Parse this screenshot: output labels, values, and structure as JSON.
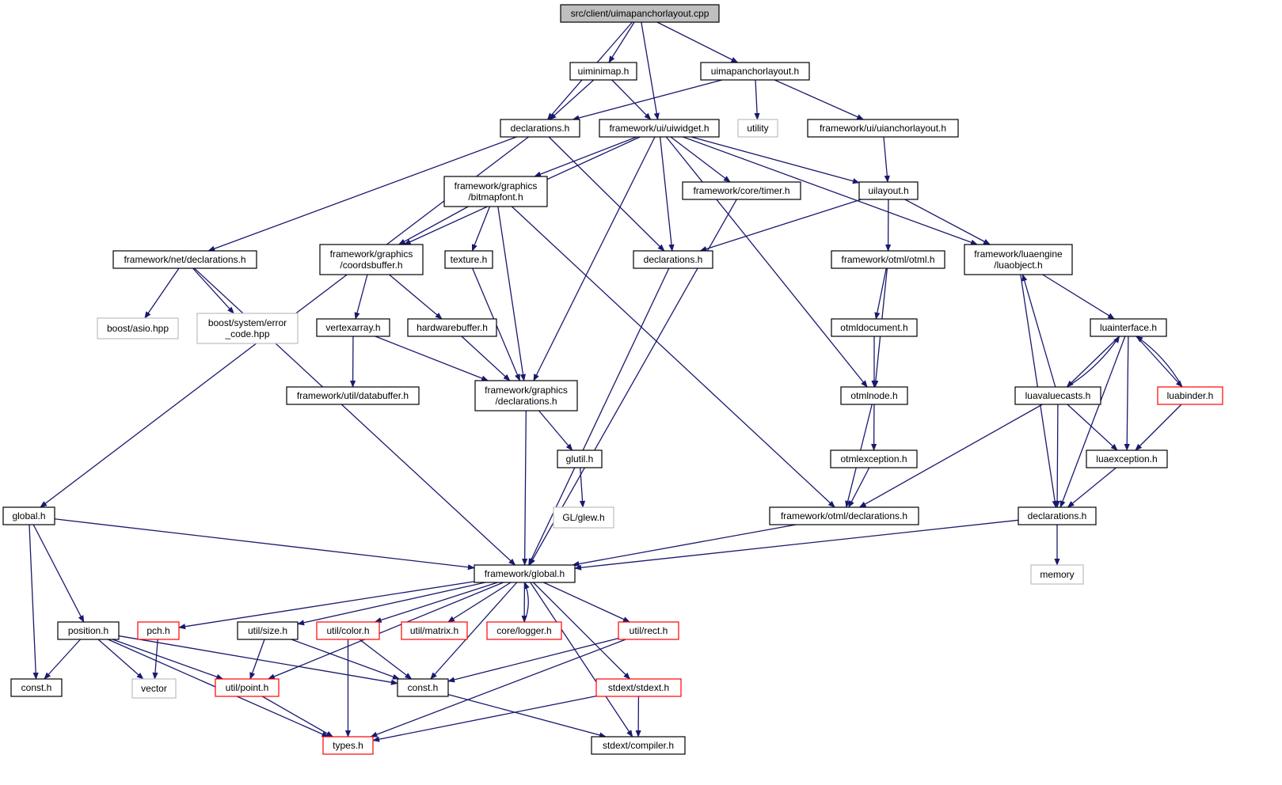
{
  "title": "src/client/uimapanchorlayout.cpp",
  "colors": {
    "edge": "#191970",
    "box_black": "#000000",
    "box_red": "#ff0000",
    "box_gray": "#bfbfbf",
    "root_fill": "#bfbfbf"
  },
  "nodes": [
    {
      "id": "root",
      "lines": [
        "src/client/uimapanchorlayout.cpp"
      ],
      "style": "root"
    },
    {
      "id": "uiminimap",
      "lines": [
        "uiminimap.h"
      ],
      "style": "black"
    },
    {
      "id": "uimapanchorlayout",
      "lines": [
        "uimapanchorlayout.h"
      ],
      "style": "black"
    },
    {
      "id": "decl_client",
      "lines": [
        "declarations.h"
      ],
      "style": "black"
    },
    {
      "id": "uiwidget",
      "lines": [
        "framework/ui/uiwidget.h"
      ],
      "style": "black"
    },
    {
      "id": "utility",
      "lines": [
        "utility"
      ],
      "style": "gray"
    },
    {
      "id": "uianchorlayout",
      "lines": [
        "framework/ui/uianchorlayout.h"
      ],
      "style": "black"
    },
    {
      "id": "bitmapfont",
      "lines": [
        "framework/graphics",
        "/bitmapfont.h"
      ],
      "style": "black"
    },
    {
      "id": "timer",
      "lines": [
        "framework/core/timer.h"
      ],
      "style": "black"
    },
    {
      "id": "uilayout",
      "lines": [
        "uilayout.h"
      ],
      "style": "black"
    },
    {
      "id": "net_decl",
      "lines": [
        "framework/net/declarations.h"
      ],
      "style": "black"
    },
    {
      "id": "coordsbuffer",
      "lines": [
        "framework/graphics",
        "/coordsbuffer.h"
      ],
      "style": "black"
    },
    {
      "id": "texture",
      "lines": [
        "texture.h"
      ],
      "style": "black"
    },
    {
      "id": "decl_ui",
      "lines": [
        "declarations.h"
      ],
      "style": "black"
    },
    {
      "id": "otml",
      "lines": [
        "framework/otml/otml.h"
      ],
      "style": "black"
    },
    {
      "id": "luaobject",
      "lines": [
        "framework/luaengine",
        "/luaobject.h"
      ],
      "style": "black"
    },
    {
      "id": "boost_asio",
      "lines": [
        "boost/asio.hpp"
      ],
      "style": "gray"
    },
    {
      "id": "boost_error",
      "lines": [
        "boost/system/error",
        "_code.hpp"
      ],
      "style": "gray"
    },
    {
      "id": "vertexarray",
      "lines": [
        "vertexarray.h"
      ],
      "style": "black"
    },
    {
      "id": "hardwarebuffer",
      "lines": [
        "hardwarebuffer.h"
      ],
      "style": "black"
    },
    {
      "id": "otmldocument",
      "lines": [
        "otmldocument.h"
      ],
      "style": "black"
    },
    {
      "id": "luainterface",
      "lines": [
        "luainterface.h"
      ],
      "style": "black"
    },
    {
      "id": "databuffer",
      "lines": [
        "framework/util/databuffer.h"
      ],
      "style": "black"
    },
    {
      "id": "graphics_decl",
      "lines": [
        "framework/graphics",
        "/declarations.h"
      ],
      "style": "black"
    },
    {
      "id": "otmlnode",
      "lines": [
        "otmlnode.h"
      ],
      "style": "black"
    },
    {
      "id": "luavaluecasts",
      "lines": [
        "luavaluecasts.h"
      ],
      "style": "black"
    },
    {
      "id": "luabinder",
      "lines": [
        "luabinder.h"
      ],
      "style": "red"
    },
    {
      "id": "glutil",
      "lines": [
        "glutil.h"
      ],
      "style": "black"
    },
    {
      "id": "otmlexception",
      "lines": [
        "otmlexception.h"
      ],
      "style": "black"
    },
    {
      "id": "luaexception",
      "lines": [
        "luaexception.h"
      ],
      "style": "black"
    },
    {
      "id": "global_h",
      "lines": [
        "global.h"
      ],
      "style": "black"
    },
    {
      "id": "glew",
      "lines": [
        "GL/glew.h"
      ],
      "style": "gray"
    },
    {
      "id": "otml_decl",
      "lines": [
        "framework/otml/declarations.h"
      ],
      "style": "black"
    },
    {
      "id": "lua_decl",
      "lines": [
        "declarations.h"
      ],
      "style": "black"
    },
    {
      "id": "fw_global",
      "lines": [
        "framework/global.h"
      ],
      "style": "black"
    },
    {
      "id": "memory",
      "lines": [
        "memory"
      ],
      "style": "gray"
    },
    {
      "id": "position",
      "lines": [
        "position.h"
      ],
      "style": "black"
    },
    {
      "id": "pch",
      "lines": [
        "pch.h"
      ],
      "style": "red"
    },
    {
      "id": "size",
      "lines": [
        "util/size.h"
      ],
      "style": "black"
    },
    {
      "id": "color",
      "lines": [
        "util/color.h"
      ],
      "style": "red"
    },
    {
      "id": "matrix",
      "lines": [
        "util/matrix.h"
      ],
      "style": "red"
    },
    {
      "id": "logger",
      "lines": [
        "core/logger.h"
      ],
      "style": "red"
    },
    {
      "id": "rect",
      "lines": [
        "util/rect.h"
      ],
      "style": "red"
    },
    {
      "id": "const_a",
      "lines": [
        "const.h"
      ],
      "style": "black"
    },
    {
      "id": "vector",
      "lines": [
        "vector"
      ],
      "style": "gray"
    },
    {
      "id": "point",
      "lines": [
        "util/point.h"
      ],
      "style": "red"
    },
    {
      "id": "const_b",
      "lines": [
        "const.h"
      ],
      "style": "black"
    },
    {
      "id": "stdext",
      "lines": [
        "stdext/stdext.h"
      ],
      "style": "red"
    },
    {
      "id": "types",
      "lines": [
        "types.h"
      ],
      "style": "red"
    },
    {
      "id": "compiler",
      "lines": [
        "stdext/compiler.h"
      ],
      "style": "black"
    }
  ],
  "edges": [
    [
      "root",
      "uiminimap"
    ],
    [
      "root",
      "uimapanchorlayout"
    ],
    [
      "root",
      "decl_client"
    ],
    [
      "root",
      "uiwidget"
    ],
    [
      "uiminimap",
      "decl_client"
    ],
    [
      "uiminimap",
      "uiwidget"
    ],
    [
      "uimapanchorlayout",
      "decl_client"
    ],
    [
      "uimapanchorlayout",
      "utility"
    ],
    [
      "uimapanchorlayout",
      "uianchorlayout"
    ],
    [
      "decl_client",
      "global_h"
    ],
    [
      "decl_client",
      "net_decl"
    ],
    [
      "decl_client",
      "decl_ui"
    ],
    [
      "uiwidget",
      "bitmapfont"
    ],
    [
      "uiwidget",
      "coordsbuffer"
    ],
    [
      "uiwidget",
      "graphics_decl"
    ],
    [
      "uiwidget",
      "decl_ui"
    ],
    [
      "uiwidget",
      "timer"
    ],
    [
      "uiwidget",
      "uilayout"
    ],
    [
      "uiwidget",
      "otmlnode"
    ],
    [
      "uiwidget",
      "luaobject"
    ],
    [
      "uianchorlayout",
      "uilayout"
    ],
    [
      "bitmapfont",
      "coordsbuffer"
    ],
    [
      "bitmapfont",
      "texture"
    ],
    [
      "bitmapfont",
      "graphics_decl"
    ],
    [
      "bitmapfont",
      "otml_decl"
    ],
    [
      "timer",
      "fw_global"
    ],
    [
      "uilayout",
      "decl_ui"
    ],
    [
      "uilayout",
      "otml"
    ],
    [
      "uilayout",
      "luaobject"
    ],
    [
      "net_decl",
      "boost_asio"
    ],
    [
      "net_decl",
      "boost_error"
    ],
    [
      "net_decl",
      "fw_global"
    ],
    [
      "coordsbuffer",
      "vertexarray"
    ],
    [
      "coordsbuffer",
      "hardwarebuffer"
    ],
    [
      "texture",
      "graphics_decl"
    ],
    [
      "decl_ui",
      "fw_global"
    ],
    [
      "otml",
      "otmldocument"
    ],
    [
      "otml",
      "otmlnode"
    ],
    [
      "luaobject",
      "luainterface"
    ],
    [
      "luaobject",
      "lua_decl"
    ],
    [
      "vertexarray",
      "databuffer"
    ],
    [
      "vertexarray",
      "graphics_decl"
    ],
    [
      "hardwarebuffer",
      "graphics_decl"
    ],
    [
      "otmldocument",
      "otmlnode"
    ],
    [
      "luainterface",
      "luavaluecasts"
    ],
    [
      "luainterface",
      "luabinder"
    ],
    [
      "luainterface",
      "luaexception"
    ],
    [
      "luainterface",
      "lua_decl"
    ],
    [
      "graphics_decl",
      "glutil"
    ],
    [
      "graphics_decl",
      "fw_global"
    ],
    [
      "otmlnode",
      "otmlexception"
    ],
    [
      "otmlnode",
      "otml_decl"
    ],
    [
      "luavaluecasts",
      "luaobject"
    ],
    [
      "luavaluecasts",
      "luainterface"
    ],
    [
      "luavaluecasts",
      "luaexception"
    ],
    [
      "luavaluecasts",
      "lua_decl"
    ],
    [
      "luavaluecasts",
      "otml_decl"
    ],
    [
      "luabinder",
      "luainterface"
    ],
    [
      "luabinder",
      "luaexception"
    ],
    [
      "glutil",
      "glew"
    ],
    [
      "otmlexception",
      "otml_decl"
    ],
    [
      "luaexception",
      "lua_decl"
    ],
    [
      "global_h",
      "fw_global"
    ],
    [
      "global_h",
      "const_a"
    ],
    [
      "global_h",
      "position"
    ],
    [
      "otml_decl",
      "fw_global"
    ],
    [
      "lua_decl",
      "fw_global"
    ],
    [
      "lua_decl",
      "memory"
    ],
    [
      "fw_global",
      "pch"
    ],
    [
      "fw_global",
      "size"
    ],
    [
      "fw_global",
      "color"
    ],
    [
      "fw_global",
      "matrix"
    ],
    [
      "fw_global",
      "logger"
    ],
    [
      "fw_global",
      "rect"
    ],
    [
      "fw_global",
      "point"
    ],
    [
      "fw_global",
      "const_b"
    ],
    [
      "fw_global",
      "stdext"
    ],
    [
      "fw_global",
      "compiler"
    ],
    [
      "logger",
      "fw_global"
    ],
    [
      "position",
      "const_a"
    ],
    [
      "position",
      "vector"
    ],
    [
      "position",
      "point"
    ],
    [
      "position",
      "const_b"
    ],
    [
      "position",
      "types"
    ],
    [
      "pch",
      "vector"
    ],
    [
      "size",
      "point"
    ],
    [
      "size",
      "const_b"
    ],
    [
      "color",
      "const_b"
    ],
    [
      "color",
      "types"
    ],
    [
      "rect",
      "const_b"
    ],
    [
      "rect",
      "types"
    ],
    [
      "point",
      "types"
    ],
    [
      "const_b",
      "compiler"
    ],
    [
      "stdext",
      "types"
    ],
    [
      "stdext",
      "compiler"
    ]
  ]
}
